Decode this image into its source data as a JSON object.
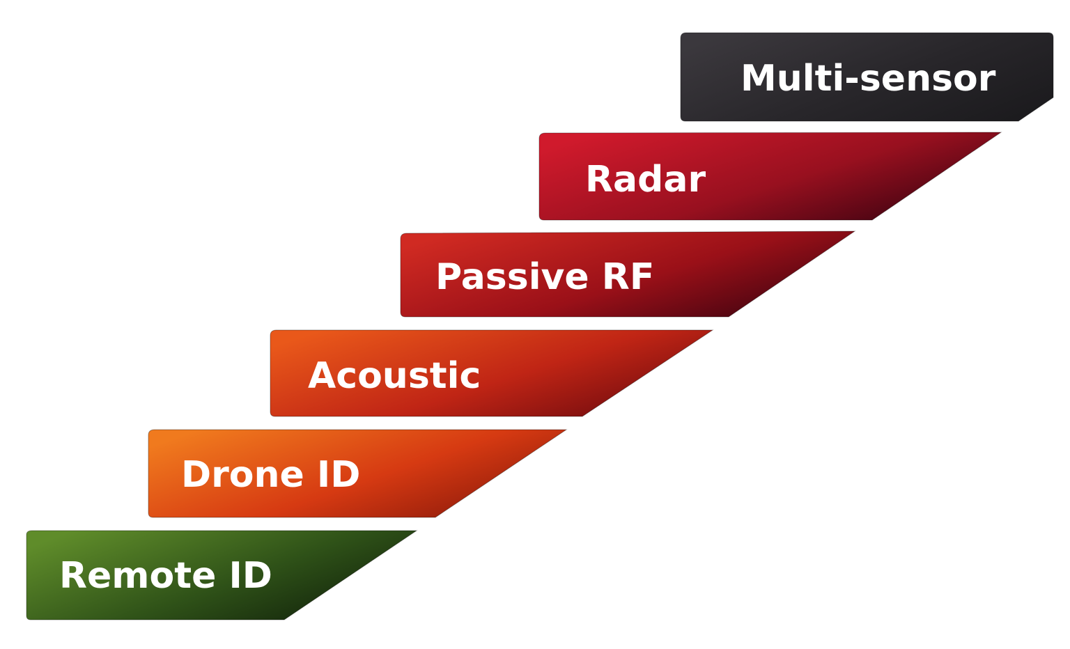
{
  "diagram": {
    "type": "staircase",
    "steps": [
      {
        "label": "Remote ID",
        "colors": [
          "#5f8c2a",
          "#2f5218",
          "#10200a"
        ]
      },
      {
        "label": "Drone ID",
        "colors": [
          "#f07a1e",
          "#d63a12",
          "#8a180a"
        ]
      },
      {
        "label": "Acoustic",
        "colors": [
          "#e9581a",
          "#c02515",
          "#6e0a0e"
        ]
      },
      {
        "label": "Passive RF",
        "colors": [
          "#d02a22",
          "#9a1018",
          "#3e0310"
        ]
      },
      {
        "label": "Radar",
        "colors": [
          "#d01a2c",
          "#98101f",
          "#3a0210"
        ]
      },
      {
        "label": "Multi-sensor",
        "colors": [
          "#3b383d",
          "#28262a",
          "#1c1b1e"
        ]
      }
    ]
  }
}
